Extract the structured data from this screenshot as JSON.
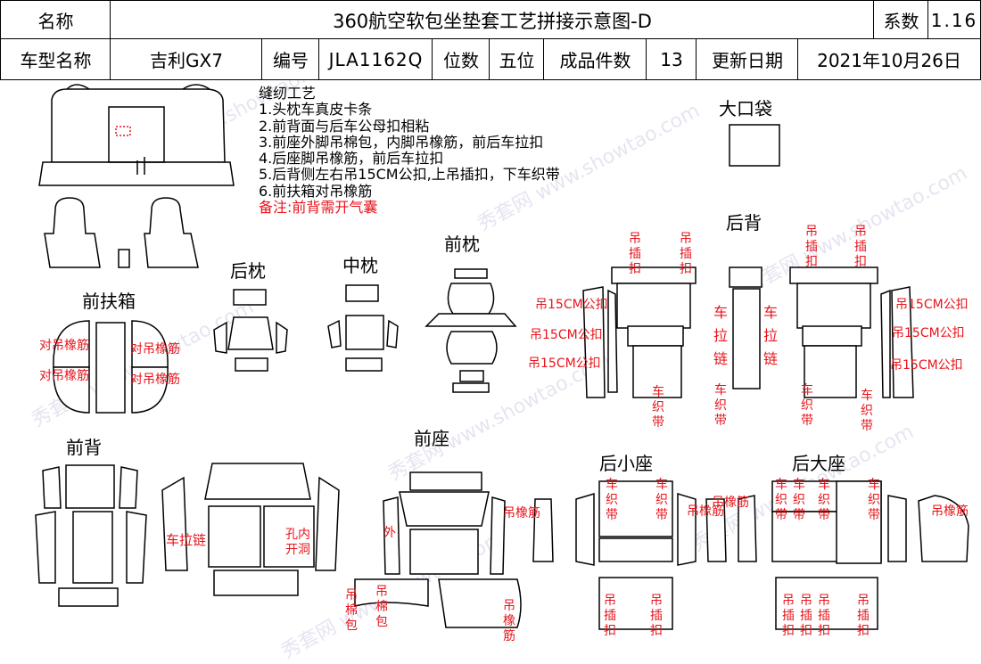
{
  "header": {
    "name_label": "名称",
    "title": "360航空软包坐垫套工艺拼接示意图-D",
    "coef_label": "系数",
    "coef_value": "1.16",
    "model_label": "车型名称",
    "model_value": "吉利GX7",
    "code_label": "编号",
    "code_value": "JLA1162Q",
    "seats_label": "位数",
    "seats_value": "五位",
    "pieces_label": "成品件数",
    "pieces_value": "13",
    "date_label": "更新日期",
    "date_value": "2021年10月26日"
  },
  "notes": {
    "heading": "缝纫工艺",
    "items": [
      "1.头枕车真皮卡条",
      "2.前背面与后车公母扣相粘",
      "3.前座外脚吊棉包，内脚吊橡筋，前后车拉扣",
      "4.后座脚吊橡筋，前后车拉扣",
      "5.后背侧左右吊15CM公扣,上吊插扣，下车织带",
      "6.前扶箱对吊橡筋"
    ],
    "remark": "备注:前背需开气囊"
  },
  "sections": {
    "big_pocket": "大口袋",
    "rear_back": "后背",
    "front_armrest": "前扶箱",
    "rear_headrest": "后枕",
    "mid_headrest": "中枕",
    "front_headrest": "前枕",
    "front_back": "前背",
    "front_seat": "前座",
    "rear_small_seat": "后小座",
    "rear_big_seat": "后大座"
  },
  "annotations": {
    "hang_insert_clip": "吊插扣",
    "hang_15cm": "吊15CM公扣",
    "zipper": "车拉链",
    "webbing": "车织带",
    "hang_elastic": "吊橡筋",
    "pair_elastic": "对吊橡筋",
    "open_hole": "孔内开洞",
    "outer": "外",
    "cotton_pack": "吊棉包"
  },
  "watermark": "秀套网 www.showtao.com",
  "colors": {
    "annotation": "#e8141b",
    "line": "#000000",
    "watermark": "#a0a0d2"
  }
}
